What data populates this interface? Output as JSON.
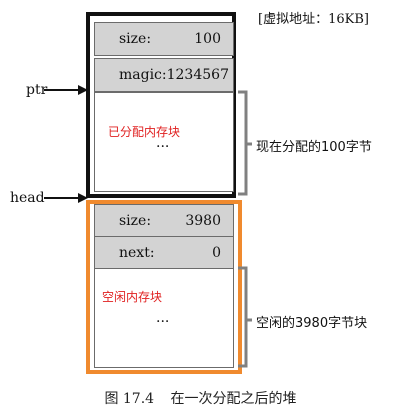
{
  "address_note": "[虚拟地址：16KB]",
  "pointers": {
    "ptr": "ptr",
    "head": "head"
  },
  "allocated_block": {
    "size_label": "size:",
    "size_value": "100",
    "magic_text": "magic:1234567",
    "body_label": "已分配内存块",
    "ellipsis": "...",
    "side_label": "现在分配的100字节"
  },
  "free_block": {
    "size_label": "size:",
    "size_value": "3980",
    "next_label": "next:",
    "next_value": "0",
    "body_label": "空闲内存块",
    "ellipsis": "...",
    "side_label": "空闲的3980字节块"
  },
  "caption": {
    "figure_number": "图 17.4",
    "title": "在一次分配之后的堆"
  },
  "colors": {
    "allocated_border": "#111111",
    "free_border": "#f08a2e",
    "header_fill": "#d3d3d3",
    "label_red": "#e02020",
    "bracket": "#808080"
  }
}
